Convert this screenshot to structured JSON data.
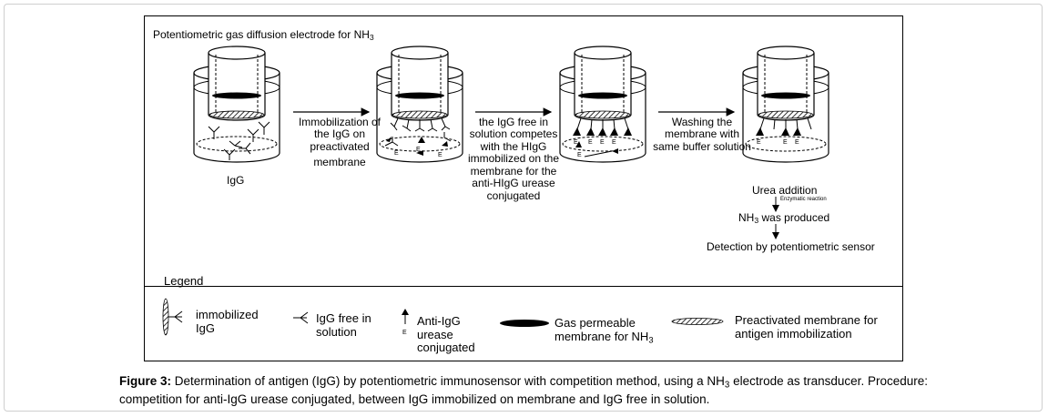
{
  "figure": {
    "header_label": "Potentiometric gas diffusion electrode for NH",
    "header_label_sub": "3",
    "electrode_1_label": "IgG",
    "step_1_lines": [
      "Immobilization of",
      "the IgG on",
      "preactivated",
      "membrane"
    ],
    "step_2_lines": [
      "the IgG free in",
      "solution competes",
      "with the HIgG",
      "immobilized on the",
      "membrane for the",
      "anti-HIgG urease",
      "conjugated"
    ],
    "step_3_lines": [
      "Washing the",
      "membrane with",
      "same buffer solution"
    ],
    "urea_addition": "Urea addition",
    "enzymatic_reaction": "Enzymatic reaction",
    "nh3_prefix": "NH",
    "nh3_sub": "3",
    "nh3_suffix": " was produced",
    "detection": "Detection by potentiometric  sensor",
    "enzyme_letter": "E"
  },
  "legend": {
    "title": "Legend",
    "immobilized_igg": [
      "immobilized",
      "IgG"
    ],
    "igg_free": [
      "IgG free in",
      "solution"
    ],
    "anti_igg": [
      "Anti-IgG",
      "urease",
      "conjugated"
    ],
    "gas_membrane": [
      "Gas permeable",
      "membrane for NH"
    ],
    "gas_membrane_sub": "3",
    "preactivated": [
      "Preactivated membrane for",
      "antigen immobilization"
    ]
  },
  "caption": {
    "label": "Figure 3:",
    "text_before_sub": " Determination of antigen (IgG) by potentiometric immunosensor with competition method, using a NH",
    "sub": "3",
    "text_after_sub": " electrode as transducer. Procedure: competition for anti-IgG urease conjugated, between IgG immobilized on membrane and IgG free in solution."
  }
}
